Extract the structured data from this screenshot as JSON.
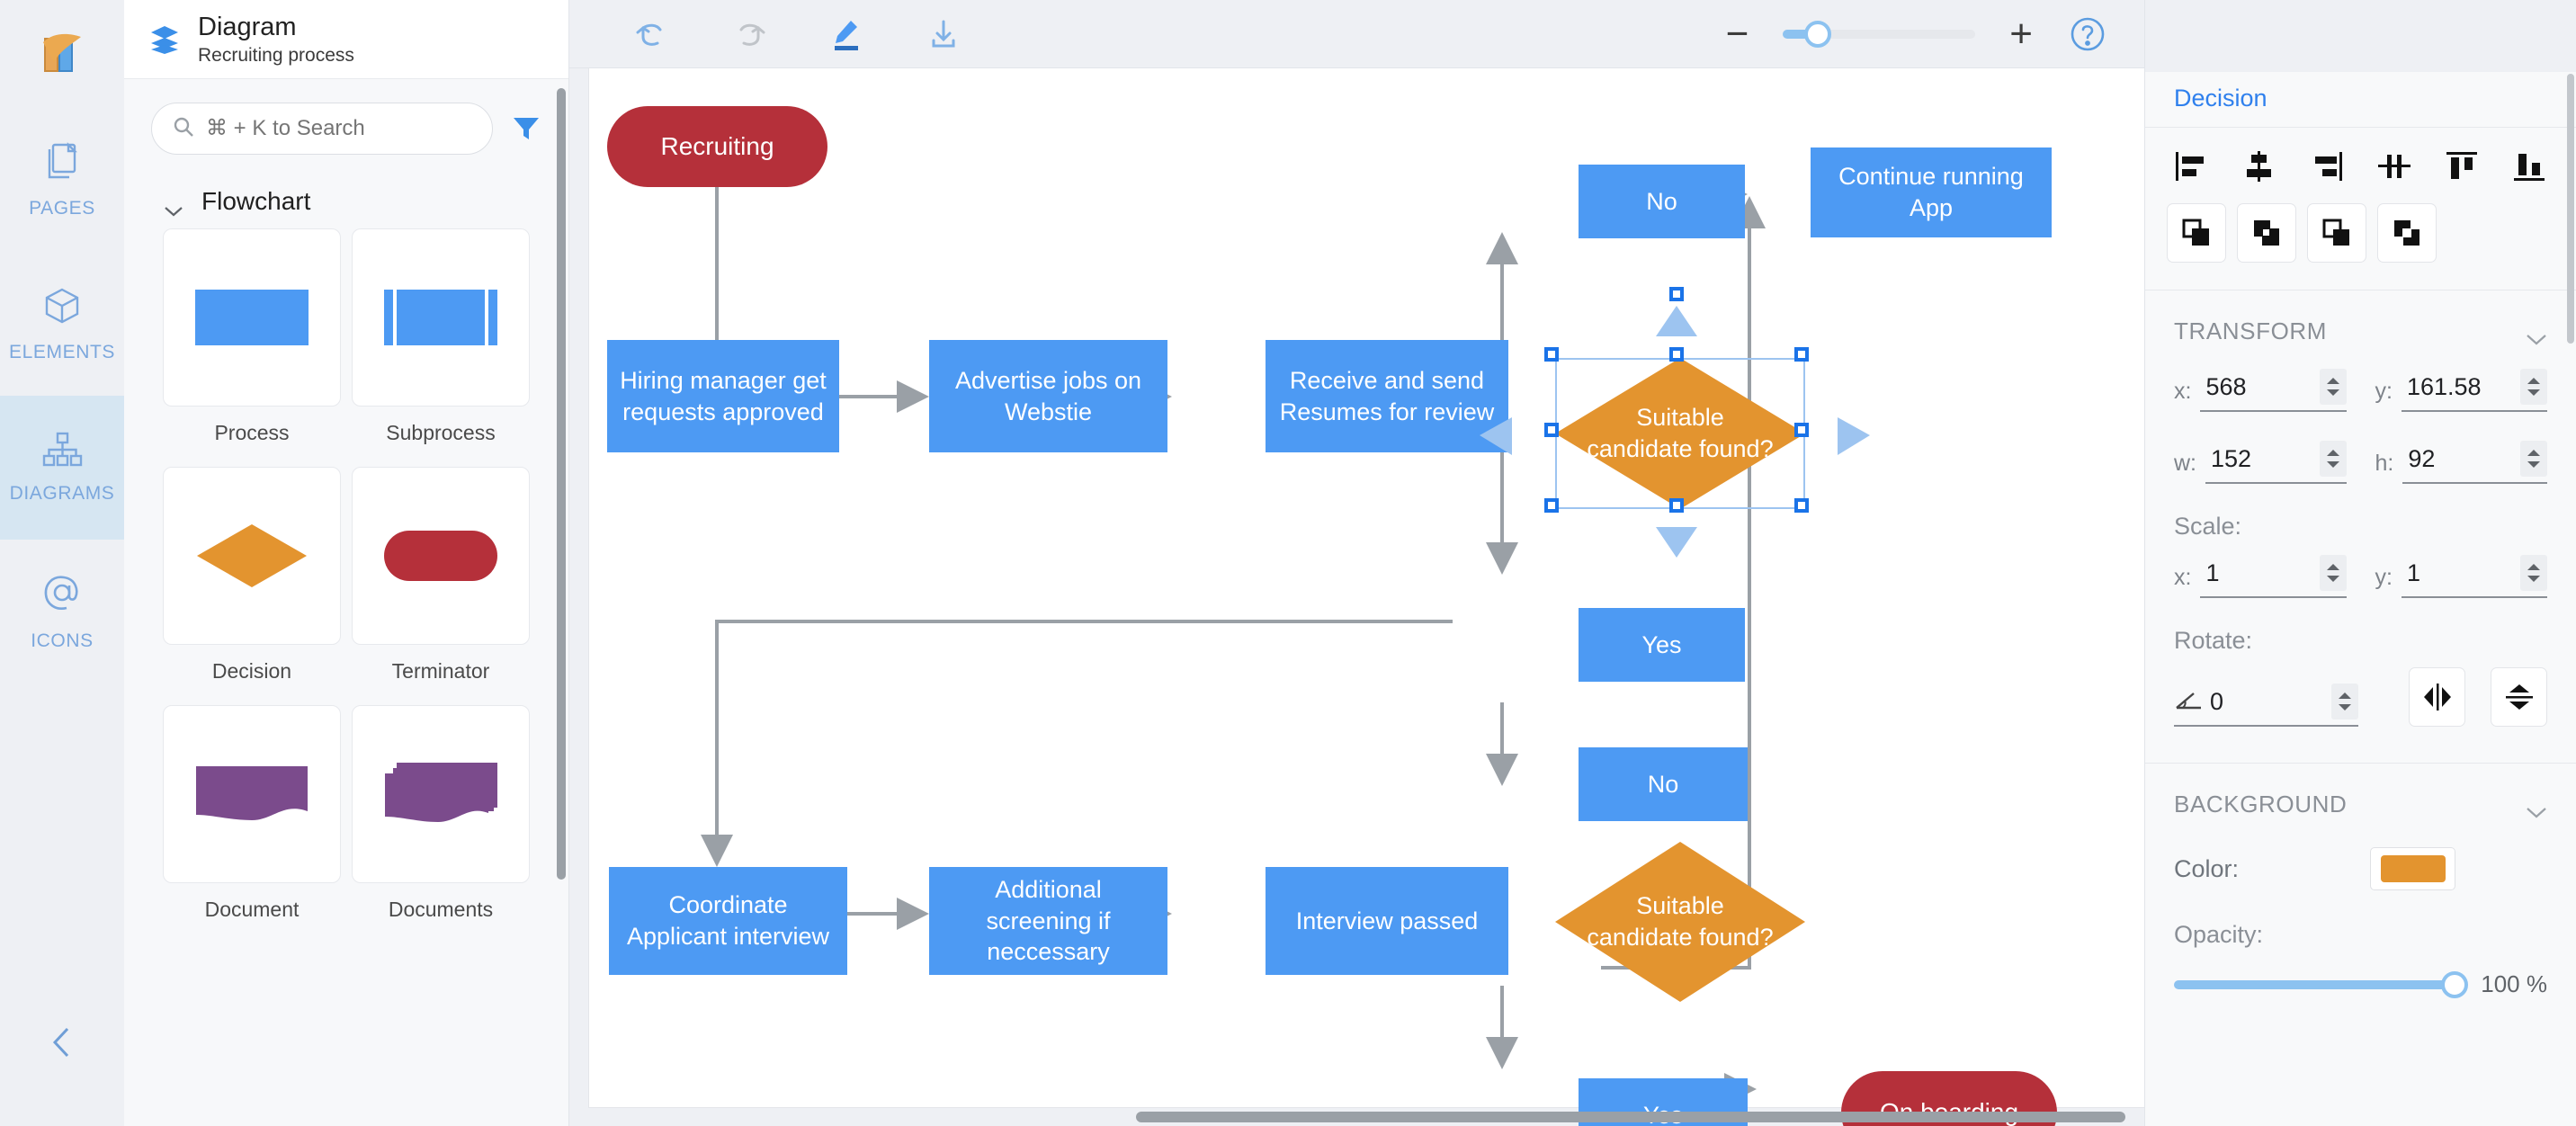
{
  "rail": {
    "logo": "moqups-logo",
    "items": [
      {
        "label": "PAGES",
        "icon": "pages-icon",
        "active": false
      },
      {
        "label": "ELEMENTS",
        "icon": "cube-icon",
        "active": false
      },
      {
        "label": "DIAGRAMS",
        "icon": "hierarchy-icon",
        "active": true
      },
      {
        "label": "ICONS",
        "icon": "at-icon",
        "active": false
      }
    ],
    "collapse_icon": "chevron-left-icon"
  },
  "panel": {
    "icon": "layers-icon",
    "title": "Diagram",
    "subtitle": "Recruiting process",
    "search": {
      "placeholder": "⌘ + K to Search",
      "value": "",
      "icon": "search-icon"
    },
    "filter_icon": "filter-icon",
    "group": {
      "label": "Flowchart",
      "expanded": true,
      "chevron": "chevron-down-icon"
    },
    "shapes": [
      {
        "name": "Process",
        "glyph": "rectangle",
        "color": "#4d9af3"
      },
      {
        "name": "Subprocess",
        "glyph": "subprocess",
        "color": "#4d9af3"
      },
      {
        "name": "Decision",
        "glyph": "diamond",
        "color": "#e3942f"
      },
      {
        "name": "Terminator",
        "glyph": "rounded-terminator",
        "color": "#b5303a"
      },
      {
        "name": "Document",
        "glyph": "document",
        "color": "#7b4b8c"
      },
      {
        "name": "Documents",
        "glyph": "documents",
        "color": "#7b4b8c"
      }
    ]
  },
  "toolbar": {
    "buttons": [
      {
        "name": "undo",
        "icon": "undo-icon",
        "enabled": true
      },
      {
        "name": "redo",
        "icon": "redo-icon",
        "enabled": false
      },
      {
        "name": "edit",
        "icon": "pen-icon",
        "enabled": true
      },
      {
        "name": "download",
        "icon": "download-icon",
        "enabled": true
      }
    ],
    "zoom": {
      "minus": "−",
      "plus": "+",
      "value_pct": 18,
      "help_icon": "help-circle-icon"
    }
  },
  "canvas": {
    "nodes": [
      {
        "id": "start",
        "type": "terminator",
        "label": "Recruiting",
        "color": "#b5303a"
      },
      {
        "id": "hiring",
        "type": "process",
        "label": "Hiring manager get requests approved",
        "color": "#4d9af3"
      },
      {
        "id": "advertise",
        "type": "process",
        "label": "Advertise jobs on Webstie",
        "color": "#4d9af3"
      },
      {
        "id": "receive",
        "type": "process",
        "label": "Receive and send Resumes for review",
        "color": "#4d9af3"
      },
      {
        "id": "dec1",
        "type": "decision",
        "label": "Suitable candidate found?",
        "color": "#e3942f",
        "selected": true
      },
      {
        "id": "no1",
        "type": "process",
        "label": "No",
        "color": "#4d9af3"
      },
      {
        "id": "continue",
        "type": "process",
        "label": "Continue running App",
        "color": "#4d9af3"
      },
      {
        "id": "yes1",
        "type": "process",
        "label": "Yes",
        "color": "#4d9af3"
      },
      {
        "id": "coordinate",
        "type": "process",
        "label": "Coordinate Applicant interview",
        "color": "#4d9af3"
      },
      {
        "id": "additional",
        "type": "process",
        "label": "Additional screening if neccessary",
        "color": "#4d9af3"
      },
      {
        "id": "interview",
        "type": "process",
        "label": "Interview passed",
        "color": "#4d9af3"
      },
      {
        "id": "dec2",
        "type": "decision",
        "label": "Suitable candidate found?",
        "color": "#e3942f"
      },
      {
        "id": "no2",
        "type": "process",
        "label": "No",
        "color": "#4d9af3"
      },
      {
        "id": "yes2",
        "type": "process",
        "label": "Yes",
        "color": "#4d9af3"
      },
      {
        "id": "onboard",
        "type": "terminator",
        "label": "On boarding",
        "color": "#b5303a"
      }
    ]
  },
  "inspector": {
    "selected_shape": "Decision",
    "align_buttons": [
      {
        "name": "align-left",
        "icon": "align-left-icon"
      },
      {
        "name": "align-center-horizontal",
        "icon": "align-center-h-icon"
      },
      {
        "name": "align-right",
        "icon": "align-right-icon"
      },
      {
        "name": "distribute-horizontal",
        "icon": "distribute-h-icon"
      },
      {
        "name": "align-top",
        "icon": "align-top-icon"
      },
      {
        "name": "align-bottom",
        "icon": "align-bottom-icon"
      }
    ],
    "boolean_buttons": [
      {
        "name": "union",
        "icon": "union-icon"
      },
      {
        "name": "subtract",
        "icon": "subtract-icon"
      },
      {
        "name": "intersect",
        "icon": "intersect-icon"
      },
      {
        "name": "exclude",
        "icon": "exclude-icon"
      }
    ],
    "transform": {
      "header": "TRANSFORM",
      "x_label": "x:",
      "x_value": "568",
      "y_label": "y:",
      "y_value": "161.58",
      "w_label": "w:",
      "w_value": "152",
      "h_label": "h:",
      "h_value": "92",
      "scale_label": "Scale:",
      "scale_x_label": "x:",
      "scale_x_value": "1",
      "scale_y_label": "y:",
      "scale_y_value": "1",
      "rotate_label": "Rotate:",
      "rotate_value": "0",
      "rotate_icon": "angle-icon",
      "flip_h": "flip-horizontal-icon",
      "flip_v": "flip-vertical-icon"
    },
    "background": {
      "header": "BACKGROUND",
      "color_label": "Color:",
      "color_value": "#e3942f",
      "opacity_label": "Opacity:",
      "opacity_value": "100 %"
    }
  }
}
